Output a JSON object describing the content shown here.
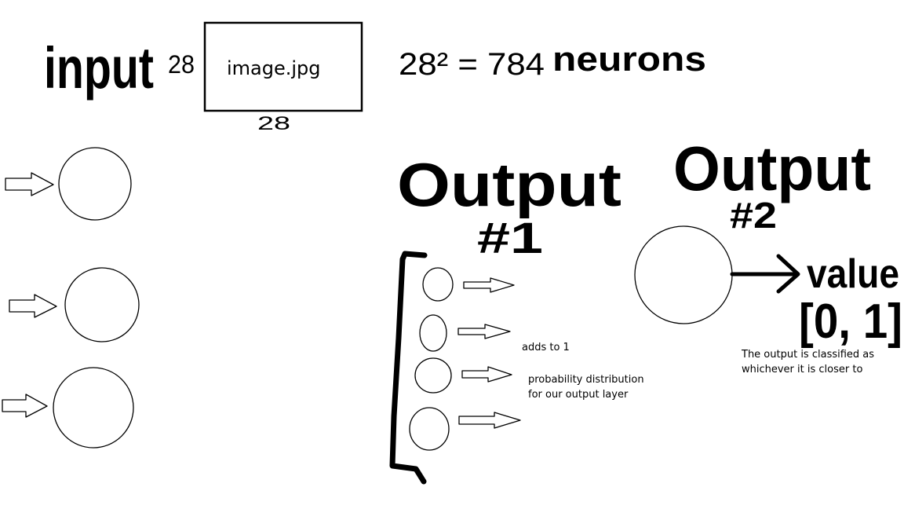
{
  "input_section": {
    "title": "input",
    "height_label": "28",
    "image_box_label": "image.jpg",
    "width_label": "28",
    "neuron_formula": "28² = 784",
    "neuron_unit": "neurons",
    "neuron_count": 3
  },
  "output_one": {
    "title": "Output",
    "subtitle": "#1",
    "neuron_count": 4,
    "note_sum": "adds to 1",
    "note_distribution_line1": "probability distribution",
    "note_distribution_line2": "for our output layer"
  },
  "output_two": {
    "title": "Output",
    "subtitle": "#2",
    "value_label": "value",
    "range_label": "[0, 1]",
    "note_line1": "The output is classified as",
    "note_line2": "whichever it is closer to"
  }
}
